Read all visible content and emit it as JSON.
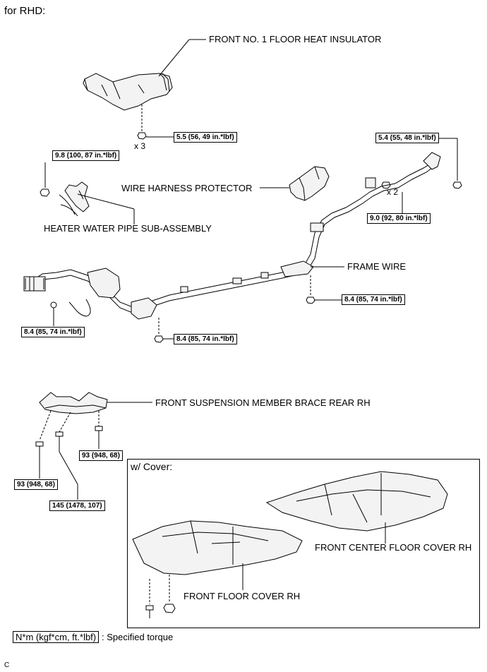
{
  "header": {
    "title": "for RHD:"
  },
  "parts": {
    "front_no1_floor_heat_insulator": "FRONT NO. 1 FLOOR HEAT INSULATOR",
    "wire_harness_protector": "WIRE HARNESS PROTECTOR",
    "heater_water_pipe": "HEATER WATER PIPE SUB-ASSEMBLY",
    "frame_wire": "FRAME WIRE",
    "front_suspension_member_brace": "FRONT SUSPENSION MEMBER BRACE REAR RH",
    "front_center_floor_cover": "FRONT CENTER FLOOR COVER RH",
    "front_floor_cover": "FRONT FLOOR COVER RH"
  },
  "qty": {
    "x3": "x 3",
    "x2": "x 2"
  },
  "torques": {
    "t_5_5": "5.5 (56, 49 in.*lbf)",
    "t_5_4": "5.4 (55, 48 in.*lbf)",
    "t_9_8": "9.8 (100, 87 in.*lbf)",
    "t_9_0": "9.0 (92, 80 in.*lbf)",
    "t_8_4_right": "8.4 (85, 74 in.*lbf)",
    "t_8_4_left": "8.4 (85, 74 in.*lbf)",
    "t_8_4_center": "8.4 (85, 74 in.*lbf)",
    "t_93_right": "93 (948, 68)",
    "t_93_left": "93 (948, 68)",
    "t_145": "145 (1478, 107)"
  },
  "cover_section": {
    "title": "w/ Cover:"
  },
  "legend": {
    "unit": "N*m (kgf*cm, ft.*lbf)",
    "desc": ": Specified torque"
  },
  "footer": {
    "code": "C"
  }
}
